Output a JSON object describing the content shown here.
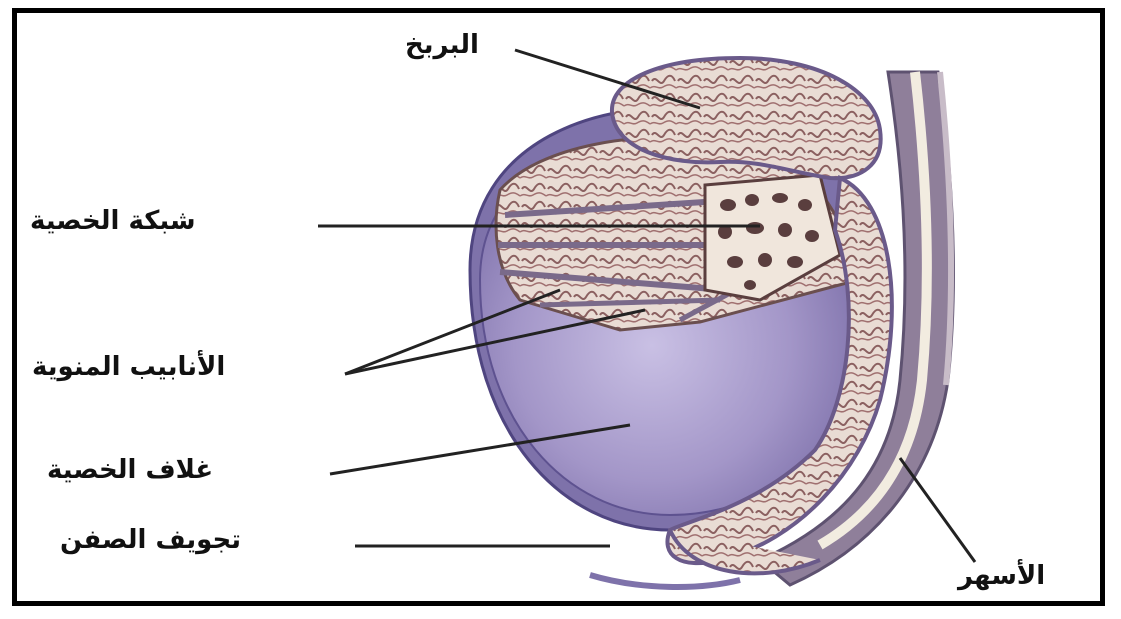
{
  "labels": {
    "epididymis": "البربخ",
    "rete_testis": "شبكة الخصية",
    "seminiferous_tubules": "الأنابيب المنوية",
    "testis_capsule": "غلاف الخصية",
    "scrotal_cavity": "تجويف الصفن",
    "vas_deferens": "الأسهر"
  },
  "colors": {
    "frame": "#000000",
    "testis": "#a89ccb",
    "tunica": "#5e5290",
    "tissue": "#8a6a6a",
    "tubule_fill": "#e8d8d0",
    "leader": "#222222"
  }
}
